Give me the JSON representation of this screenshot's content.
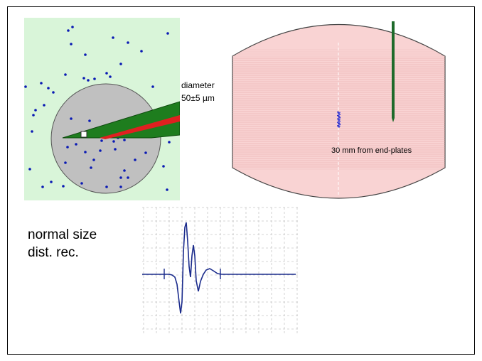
{
  "needle_panel": {
    "diameter_label_line1": "diameter",
    "diameter_label_line2": "50±5 µm",
    "colors": {
      "background": "#d9f5d9",
      "fiber_area": "#c0c0c0",
      "needle_body": "#1e7d1e",
      "recording_core": "#e02020",
      "fiber_dots": "#0a1ab4"
    }
  },
  "muscle_panel": {
    "end_plates_label": "30 mm from end-plates",
    "colors": {
      "muscle_fill": "#f9d3d3",
      "needle": "#1e6a2a",
      "activity_dots": "#2828c8"
    }
  },
  "recording": {
    "caption_line1": "normal size",
    "caption_line2": "dist. rec.",
    "trace_color": "#1a2b8c",
    "grid_color": "#c8c8c8"
  }
}
